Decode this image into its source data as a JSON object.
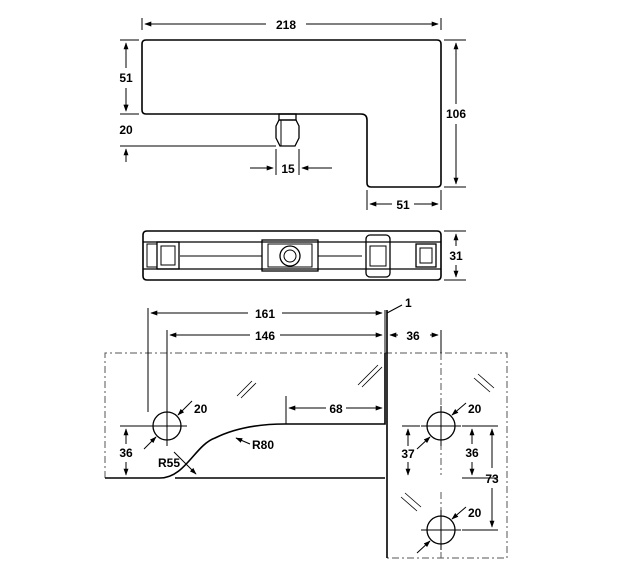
{
  "top_view": {
    "overall_width": "218",
    "overall_height": "106",
    "left_height": "51",
    "gap_height": "20",
    "pin_width": "15",
    "right_width": "51"
  },
  "side_view": {
    "thickness": "31"
  },
  "cutout": {
    "left_distance": "161",
    "left_inner_distance": "146",
    "gap": "1",
    "right_distance": "36",
    "hole_left_diameter": "20",
    "notch_depth": "68",
    "hole_left_height": "36",
    "radius_large": "R80",
    "radius_small": "R55",
    "hole_right_diameter": "20",
    "hole_right_height_left": "37",
    "hole_right_height_right": "36",
    "hole_spacing": "73",
    "hole_bottom_diameter": "20"
  }
}
